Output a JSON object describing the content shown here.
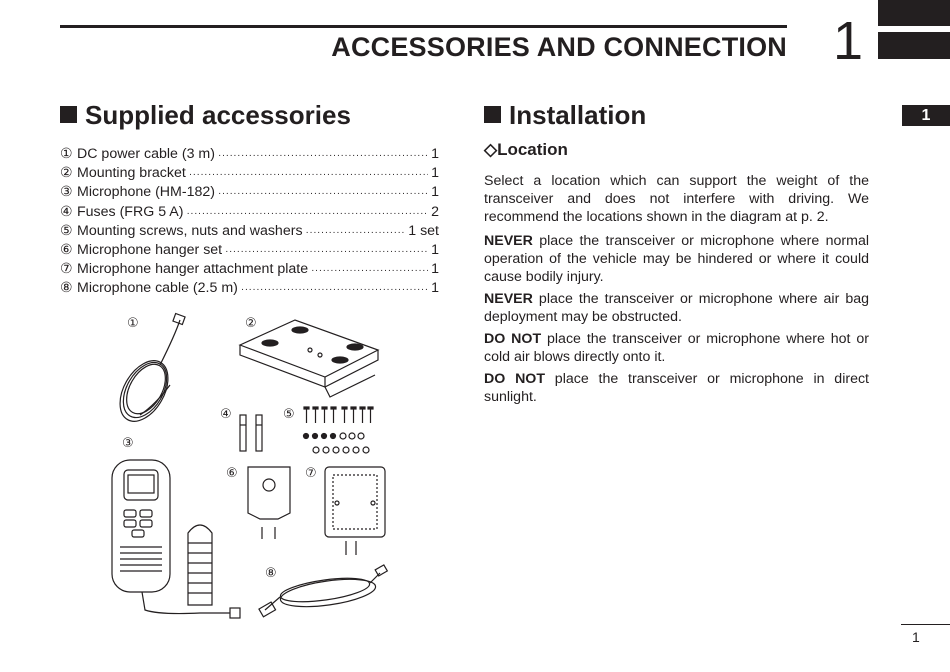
{
  "header": {
    "chapter_title": "ACCESSORIES AND CONNECTION",
    "chapter_number": "1",
    "side_tab": "1"
  },
  "supplied": {
    "title": "Supplied accessories",
    "items": [
      {
        "num": "①",
        "label": "DC power cable (3 m)",
        "qty": "1"
      },
      {
        "num": "②",
        "label": "Mounting bracket",
        "qty": "1"
      },
      {
        "num": "③",
        "label": "Microphone (HM-182)",
        "qty": "1"
      },
      {
        "num": "④",
        "label": "Fuses (FRG 5 A)",
        "qty": "2"
      },
      {
        "num": "⑤",
        "label": "Mounting screws, nuts and washers",
        "qty": "1 set"
      },
      {
        "num": "⑥",
        "label": "Microphone hanger set",
        "qty": "1"
      },
      {
        "num": "⑦",
        "label": "Microphone hanger attachment plate",
        "qty": "1"
      },
      {
        "num": "⑧",
        "label": "Microphone cable (2.5 m)",
        "qty": "1"
      }
    ],
    "callouts": [
      "①",
      "②",
      "③",
      "④",
      "⑤",
      "⑥",
      "⑦",
      "⑧"
    ]
  },
  "installation": {
    "title": "Installation",
    "subtitle": "◇Location",
    "intro": "Select a location which can support the weight of the transceiver and does not interfere with driving. We recommend the locations shown in the diagram at p. 2.",
    "warnings": [
      {
        "strong": "NEVER",
        "text": " place the transceiver or microphone where normal operation of the vehicle may be hindered or where it could cause bodily injury."
      },
      {
        "strong": "NEVER",
        "text": " place the transceiver or microphone where air bag deployment may be obstructed."
      },
      {
        "strong": "DO NOT",
        "text": " place the transceiver or microphone where hot or cold air blows directly onto it."
      },
      {
        "strong": "DO NOT",
        "text": " place the transceiver or microphone in direct sunlight."
      }
    ]
  },
  "footer": {
    "page_number": "1"
  }
}
